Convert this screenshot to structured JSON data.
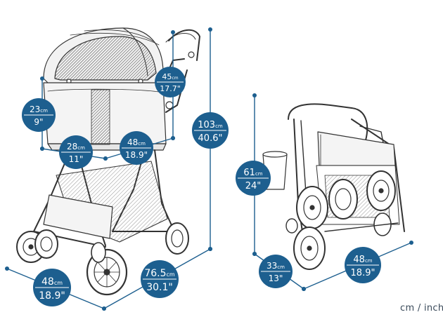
{
  "colors": {
    "badge": "#1d5f8f",
    "badge_divider": "#ffffff",
    "line_art": "#333333",
    "mesh": "#555555",
    "fabric": "#f2f2f2"
  },
  "dimensions": [
    {
      "id": "canopy-depth",
      "value_cm": "45",
      "unit": "cm",
      "value_in": "17.7\""
    },
    {
      "id": "seat-height",
      "value_cm": "23",
      "unit": "cm",
      "value_in": "9\""
    },
    {
      "id": "seat-width",
      "value_cm": "28",
      "unit": "cm",
      "value_in": "11\""
    },
    {
      "id": "seat-length",
      "value_cm": "48",
      "unit": "cm",
      "value_in": "18.9\""
    },
    {
      "id": "total-height",
      "value_cm": "103",
      "unit": "cm",
      "value_in": "40.6\""
    },
    {
      "id": "total-width",
      "value_cm": "48",
      "unit": "cm",
      "value_in": "18.9\""
    },
    {
      "id": "total-length",
      "value_cm": "76.5",
      "unit": "cm",
      "value_in": "30.1\""
    },
    {
      "id": "folded-height",
      "value_cm": "61",
      "unit": "cm",
      "value_in": "24\""
    },
    {
      "id": "folded-depth",
      "value_cm": "33",
      "unit": "cm",
      "value_in": "13\""
    },
    {
      "id": "folded-width",
      "value_cm": "48",
      "unit": "cm",
      "value_in": "18.9\""
    }
  ],
  "unit_legend": "cm / inch"
}
